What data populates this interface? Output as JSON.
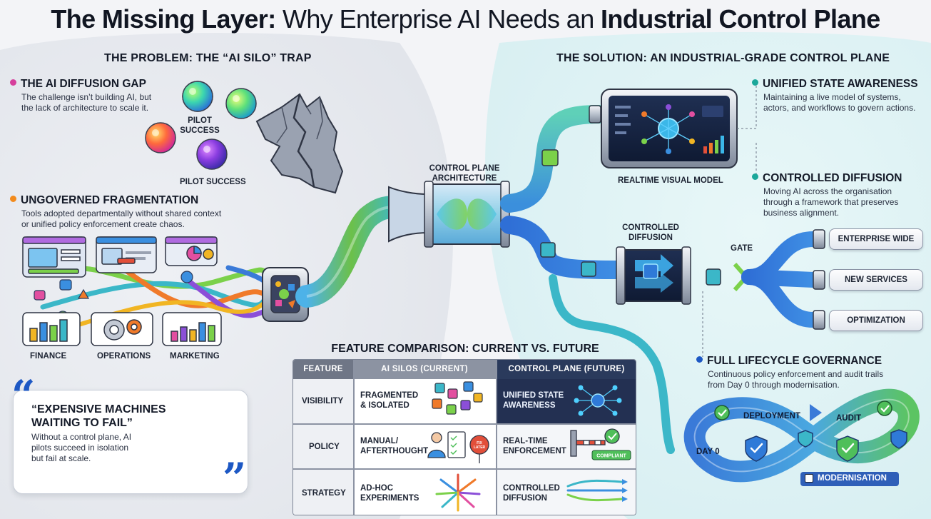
{
  "title": {
    "part1": "The Missing Layer:",
    "part2": "Why Enterprise AI Needs an",
    "part3": "Industrial Control Plane"
  },
  "problem": {
    "heading": "THE PROBLEM: THE “AI SILO” TRAP",
    "diffusion_gap": {
      "title": "THE AI DIFFUSION GAP",
      "body_line1": "The challenge isn’t building AI, but",
      "body_line2": "the lack of architecture to scale it.",
      "color": "#d63f9c"
    },
    "pilot_label_1": "PILOT",
    "pilot_label_1b": "SUCCESS",
    "pilot_label_2": "PILOT SUCCESS",
    "fragmentation": {
      "title": "UNGOVERNED FRAGMENTATION",
      "body_line1": "Tools adopted departmentally without shared context",
      "body_line2": "or unified policy enforcement create chaos.",
      "color": "#f28a1c"
    },
    "departments": [
      "FINANCE",
      "OPERATIONS",
      "MARKETING"
    ]
  },
  "quote": {
    "title_line1": "“EXPENSIVE MACHINES",
    "title_line2": "WAITING TO FAIL”",
    "body_line1": "Without a control plane, AI",
    "body_line2": "pilots succeed in isolation",
    "body_line3": "but fail at scale."
  },
  "center": {
    "control_plane_line1": "CONTROL PLANE",
    "control_plane_line2": "ARCHITECTURE"
  },
  "solution": {
    "heading": "THE SOLUTION: AN INDUSTRIAL-GRADE CONTROL PLANE",
    "unified_state": {
      "title": "UNIFIED STATE AWARENESS",
      "body_line1": "Maintaining a live model of systems,",
      "body_line2": "actors, and workflows to govern actions.",
      "color": "#1ba79a"
    },
    "realtime_label": "REALTIME VISUAL MODEL",
    "controlled_diffusion": {
      "title": "CONTROLLED DIFFUSION",
      "body_line1": "Moving AI across the organisation",
      "body_line2": "through a framework that preserves",
      "body_line3": "business alignment.",
      "color": "#1ba79a"
    },
    "diffusion_label_line1": "CONTROLLED",
    "diffusion_label_line2": "DIFFUSION",
    "gate_label": "GATE",
    "outputs": [
      "ENTERPRISE WIDE",
      "NEW SERVICES",
      "OPTIMIZATION"
    ],
    "lifecycle": {
      "title": "FULL LIFECYCLE GOVERNANCE",
      "body_line1": "Continuous policy enforcement and audit trails",
      "body_line2": "from Day 0 through modernisation.",
      "color": "#1d58c4"
    },
    "loop": {
      "deployment": "DEPLOYMENT",
      "audit": "AUDIT",
      "day0": "DAY 0",
      "modernisation": "MODERNISATION"
    }
  },
  "comparison": {
    "title": "FEATURE COMPARISON: CURRENT VS. FUTURE",
    "headers": [
      "FEATURE",
      "AI SILOS (CURRENT)",
      "CONTROL PLANE (FUTURE)"
    ],
    "rows": [
      {
        "feature": "VISIBILITY",
        "current_l1": "FRAGMENTED",
        "current_l2": "& ISOLATED",
        "future_l1": "UNIFIED STATE",
        "future_l2": "AWARENESS"
      },
      {
        "feature": "POLICY",
        "current_l1": "MANUAL/",
        "current_l2": "AFTERTHOUGHT",
        "future_l1": "REAL-TIME",
        "future_l2": "ENFORCEMENT"
      },
      {
        "feature": "STRATEGY",
        "current_l1": "AD-HOC",
        "current_l2": "EXPERIMENTS",
        "future_l1": "CONTROLLED",
        "future_l2": "DIFFUSION"
      }
    ],
    "sign_text_l1": "FIX",
    "sign_text_l2": "LATER",
    "compliant_badge": "COMPLIANT"
  },
  "colors": {
    "pipe_blue": "#2f6fd6",
    "pipe_teal": "#3fb9c4",
    "pipe_green": "#6cc04a",
    "accent_blue": "#1d58c4",
    "table_header_gray": "#7a818f",
    "table_header_dark": "#2a3a5c"
  }
}
